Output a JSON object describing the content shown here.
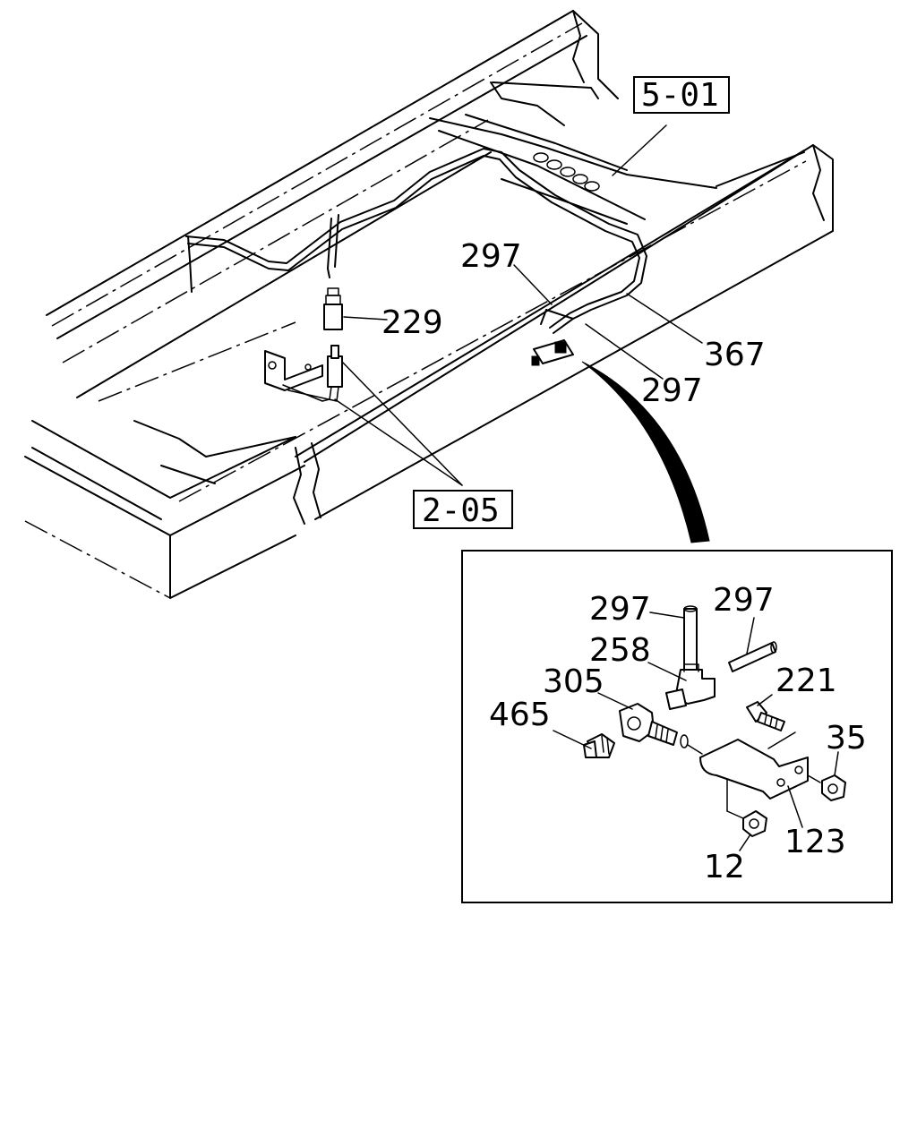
{
  "references": {
    "ref_5_01": "5-01",
    "ref_2_05": "2-05"
  },
  "callouts": {
    "c229": "229",
    "c297_top": "297",
    "c367": "367",
    "c297_right": "297",
    "d297_a": "297",
    "d297_b": "297",
    "d258": "258",
    "d305": "305",
    "d465": "465",
    "d221": "221",
    "d35": "35",
    "d123": "123",
    "d12": "12"
  }
}
